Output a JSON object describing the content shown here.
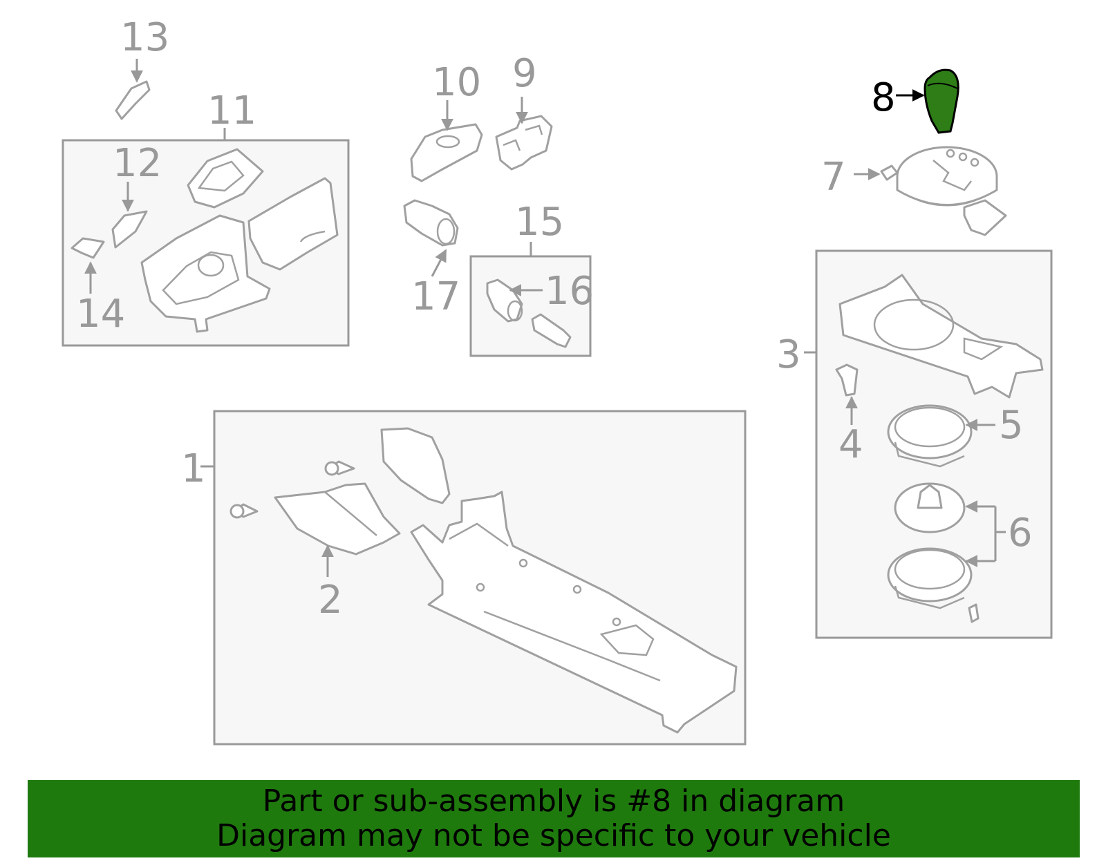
{
  "colors": {
    "highlight_part": "#2e7d17",
    "banner_background": "#1f7a0e",
    "callout_gray": "#999999",
    "callout_highlight": "#000000"
  },
  "callouts": {
    "n1": "1",
    "n2": "2",
    "n3": "3",
    "n4": "4",
    "n5": "5",
    "n6": "6",
    "n7": "7",
    "n8": "8",
    "n9": "9",
    "n10": "10",
    "n11": "11",
    "n12": "12",
    "n13": "13",
    "n14": "14",
    "n15": "15",
    "n16": "16",
    "n17": "17"
  },
  "highlighted_part": "8",
  "banner": {
    "line1": "Part or sub-assembly is #8 in diagram",
    "line2": "Diagram may not be specific to your vehicle"
  }
}
